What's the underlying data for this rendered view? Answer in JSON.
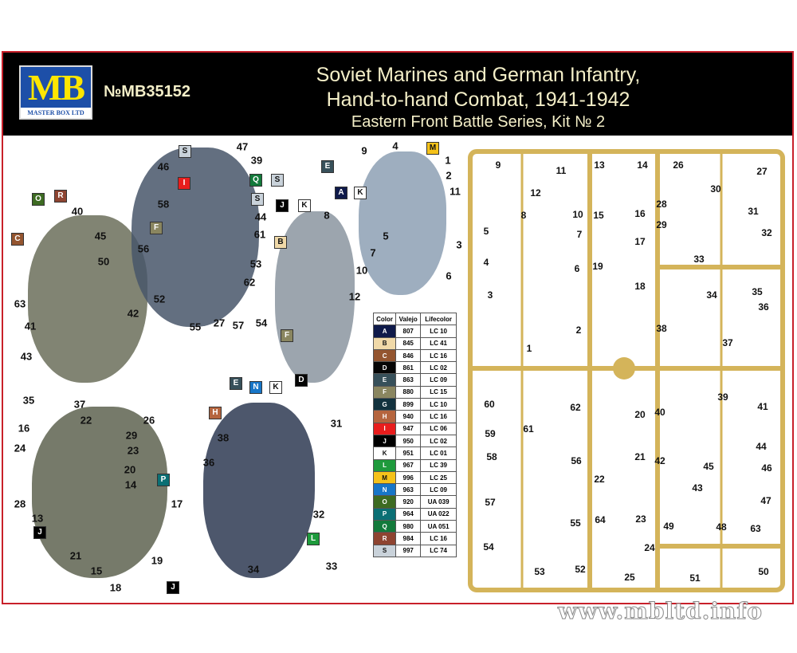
{
  "header": {
    "logo_main": "MB",
    "logo_sub": "MASTER BOX LTD",
    "kit_number": "№MB35152",
    "title_line1": "Soviet Marines and German Infantry,",
    "title_line2": "Hand-to-hand Combat, 1941-1942",
    "subtitle": "Eastern Front  Battle  Series, Kit № 2"
  },
  "callouts": [
    "O",
    "R",
    "40",
    "45",
    "C",
    "50",
    "63",
    "41",
    "42",
    "43",
    "S",
    "47",
    "46",
    "39",
    "Q",
    "S",
    "I",
    "58",
    "S",
    "44",
    "F",
    "61",
    "56",
    "53",
    "52",
    "62",
    "27",
    "57",
    "55",
    "54",
    "9",
    "4",
    "M",
    "1",
    "E",
    "2",
    "11",
    "A",
    "K",
    "J",
    "K",
    "8",
    "B",
    "5",
    "3",
    "7",
    "10",
    "6",
    "12",
    "F",
    "D",
    "35",
    "37",
    "22",
    "26",
    "16",
    "29",
    "24",
    "23",
    "20",
    "14",
    "P",
    "28",
    "17",
    "13",
    "J",
    "21",
    "19",
    "15",
    "18",
    "J",
    "E",
    "N",
    "K",
    "H",
    "31",
    "38",
    "36",
    "32",
    "L",
    "34",
    "33"
  ],
  "color_table": {
    "headers": [
      "Color",
      "Valejo",
      "Lifecolor"
    ],
    "rows": [
      {
        "code": "A",
        "color": "#0f1a4a",
        "valejo": "807",
        "lifecolor": "LC 10"
      },
      {
        "code": "B",
        "color": "#f0d9a8",
        "valejo": "845",
        "lifecolor": "LC 41"
      },
      {
        "code": "C",
        "color": "#94552f",
        "valejo": "846",
        "lifecolor": "LC 16"
      },
      {
        "code": "D",
        "color": "#050505",
        "valejo": "861",
        "lifecolor": "LC 02"
      },
      {
        "code": "E",
        "color": "#37505a",
        "valejo": "863",
        "lifecolor": "LC 09"
      },
      {
        "code": "F",
        "color": "#8a8660",
        "valejo": "880",
        "lifecolor": "LC 15"
      },
      {
        "code": "G",
        "color": "#12323e",
        "valejo": "899",
        "lifecolor": "LC 10"
      },
      {
        "code": "H",
        "color": "#b5653e",
        "valejo": "940",
        "lifecolor": "LC 16"
      },
      {
        "code": "I",
        "color": "#e81d1d",
        "valejo": "947",
        "lifecolor": "LC 06"
      },
      {
        "code": "J",
        "color": "#000000",
        "valejo": "950",
        "lifecolor": "LC 02"
      },
      {
        "code": "K",
        "color": "#ffffff",
        "valejo": "951",
        "lifecolor": "LC 01"
      },
      {
        "code": "L",
        "color": "#1e9a3c",
        "valejo": "967",
        "lifecolor": "LC 39"
      },
      {
        "code": "M",
        "color": "#f5c21a",
        "valejo": "996",
        "lifecolor": "LC 25"
      },
      {
        "code": "N",
        "color": "#1876c8",
        "valejo": "963",
        "lifecolor": "LC 09"
      },
      {
        "code": "O",
        "color": "#3d6b22",
        "valejo": "920",
        "lifecolor": "UA 039"
      },
      {
        "code": "P",
        "color": "#0a6f74",
        "valejo": "964",
        "lifecolor": "UA 022"
      },
      {
        "code": "Q",
        "color": "#137a3b",
        "valejo": "980",
        "lifecolor": "UA 051"
      },
      {
        "code": "R",
        "color": "#8e4431",
        "valejo": "984",
        "lifecolor": "LC 16"
      },
      {
        "code": "S",
        "color": "#c9d2da",
        "valejo": "997",
        "lifecolor": "LC 74"
      }
    ]
  },
  "sprue_parts": [
    "9",
    "11",
    "13",
    "14",
    "26",
    "27",
    "12",
    "30",
    "8",
    "10",
    "15",
    "16",
    "28",
    "31",
    "29",
    "5",
    "7",
    "17",
    "32",
    "4",
    "6",
    "19",
    "33",
    "3",
    "18",
    "34",
    "35",
    "36",
    "38",
    "2",
    "37",
    "1",
    "39",
    "60",
    "59",
    "61",
    "62",
    "20",
    "40",
    "41",
    "44",
    "58",
    "21",
    "42",
    "45",
    "46",
    "56",
    "22",
    "43",
    "57",
    "47",
    "64",
    "23",
    "49",
    "48",
    "63",
    "55",
    "24",
    "54",
    "53",
    "52",
    "25",
    "51",
    "50"
  ],
  "watermark": "www.mbltd.info",
  "colors": {
    "header_bg": "#000000",
    "frame": "#c8202a",
    "sprue": "#d4b45a"
  }
}
